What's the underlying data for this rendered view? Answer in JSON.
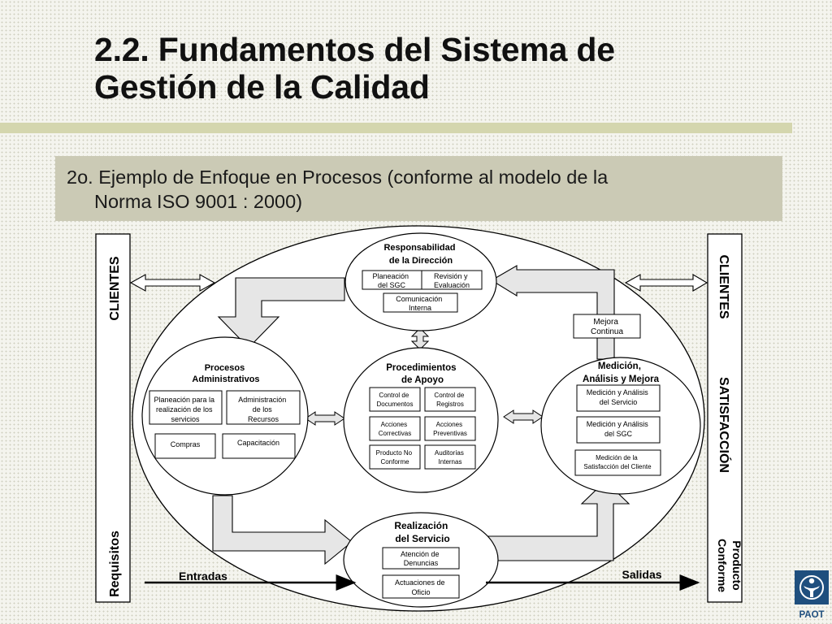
{
  "slide": {
    "title_line1": "2.2. Fundamentos del Sistema de",
    "title_line2": "Gestión de la Calidad",
    "subtitle_line1": "2o. Ejemplo de Enfoque en Procesos (conforme al modelo de la",
    "subtitle_line2": "Norma ISO 9001 : 2000)"
  },
  "diagram": {
    "left_panel": {
      "top": "CLIENTES",
      "bottom": "Requisitos"
    },
    "right_panel": {
      "top": "CLIENTES",
      "middle": "SATISFACCIÓN",
      "bottom_line1": "Producto",
      "bottom_line2": "Conforme"
    },
    "entradas": "Entradas",
    "salidas": "Salidas",
    "mejora": [
      "Mejora",
      "Continua"
    ],
    "responsabilidad": {
      "title": [
        "Responsabilidad",
        "de la Dirección"
      ],
      "boxes": [
        [
          "Planeación",
          "del SGC"
        ],
        [
          "Revisión y",
          "Evaluación"
        ],
        [
          "Comunicación",
          "Interna"
        ]
      ]
    },
    "procesos_admin": {
      "title": [
        "Procesos",
        "Administrativos"
      ],
      "boxes": [
        [
          "Planeación para la",
          "realización de los",
          "servicios"
        ],
        [
          "Administración",
          "de los",
          "Recursos"
        ],
        [
          "Compras"
        ],
        [
          "Capacitación"
        ]
      ]
    },
    "procedimientos": {
      "title": [
        "Procedimientos",
        "de Apoyo"
      ],
      "boxes": [
        [
          "Control de",
          "Documentos"
        ],
        [
          "Control de",
          "Registros"
        ],
        [
          "Acciones",
          "Correctivas"
        ],
        [
          "Acciones",
          "Preventivas"
        ],
        [
          "Producto No",
          "Conforme"
        ],
        [
          "Auditorías",
          "Internas"
        ]
      ]
    },
    "medicion": {
      "title": [
        "Medición,",
        "Análisis y Mejora"
      ],
      "boxes": [
        [
          "Medición y Análisis",
          "del Servicio"
        ],
        [
          "Medición y Análisis",
          "del SGC"
        ],
        [
          "Medición de la",
          "Satisfacción del Cliente"
        ]
      ]
    },
    "realizacion": {
      "title": [
        "Realización",
        "del Servicio"
      ],
      "boxes": [
        [
          "Atención de",
          "Denuncias"
        ],
        [
          "Actuaciones de",
          "Oficio"
        ]
      ]
    }
  },
  "logo": {
    "text": "PAOT",
    "color": "#1f4f7e"
  }
}
